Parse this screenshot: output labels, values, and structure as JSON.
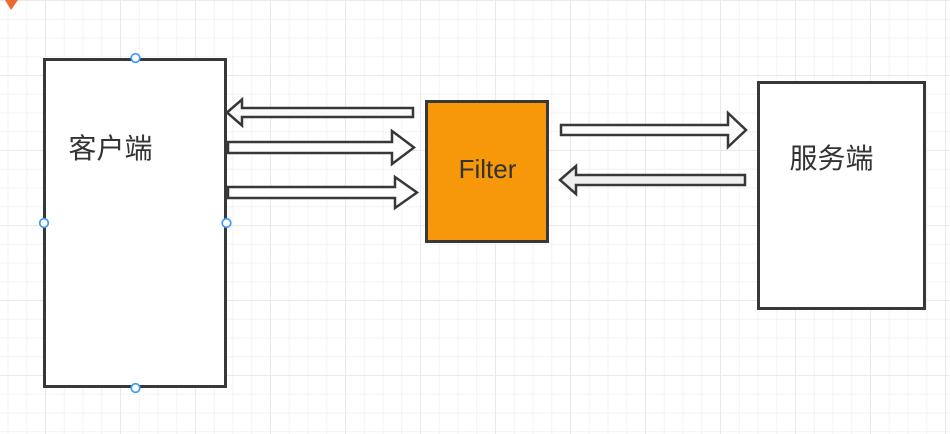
{
  "canvas": {
    "background": "#ffffff",
    "grid_minor_color": "#f3f3f3",
    "grid_major_color": "#e9e9e9"
  },
  "palette": {
    "shape_stroke": "#383838",
    "text_color": "#333333",
    "node_orange": "#f7970a",
    "handle_blue": "#3b99fc",
    "corner_marker_orange": "#ed6a31"
  },
  "corner_marker": {
    "color": "#ed6a31"
  },
  "nodes": [
    {
      "id": "client",
      "label": "客户端",
      "shape": "rectangle",
      "fill": "#ffffff",
      "stroke": "#383838",
      "selected": true
    },
    {
      "id": "filter",
      "label": "Filter",
      "shape": "rectangle",
      "fill": "#f7970a",
      "stroke": "#383838",
      "selected": false
    },
    {
      "id": "server",
      "label": "服务端",
      "shape": "rectangle",
      "fill": "#ffffff",
      "stroke": "#383838",
      "selected": false
    }
  ],
  "edges": [
    {
      "id": "filter-to-client",
      "from": "filter",
      "to": "client",
      "direction": "left",
      "fill": "#fafafa"
    },
    {
      "id": "client-to-filter-upper",
      "from": "client",
      "to": "filter",
      "direction": "right",
      "fill": "#ffffff"
    },
    {
      "id": "client-to-filter-lower",
      "from": "client",
      "to": "filter",
      "direction": "right",
      "fill": "#ffffff"
    },
    {
      "id": "filter-to-server",
      "from": "filter",
      "to": "server",
      "direction": "right",
      "fill": "#fcfcfc"
    },
    {
      "id": "server-to-filter",
      "from": "server",
      "to": "filter",
      "direction": "left",
      "fill": "#efefef"
    }
  ],
  "selection": {
    "handle_fill": "#ffffff",
    "handle_stroke": "#3b99fc",
    "handles": [
      "top-center",
      "left-middle",
      "right-middle",
      "bottom-center"
    ]
  }
}
